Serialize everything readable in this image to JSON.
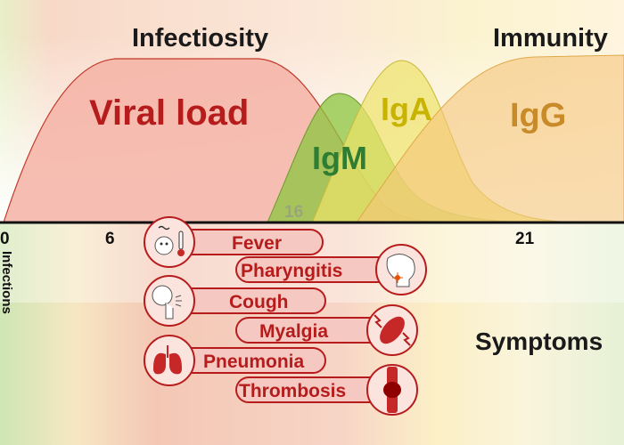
{
  "header": {
    "left_title": "Infectiosity",
    "right_title": "Immunity"
  },
  "curves": {
    "viral_load": "Viral load",
    "igm": "IgM",
    "iga": "IgA",
    "igg": "IgG"
  },
  "axis": {
    "ticks": [
      "0",
      "6",
      "16",
      "21"
    ],
    "vertical_label": "Infections"
  },
  "symptoms": {
    "title": "Symptoms",
    "items": [
      "Fever",
      "Pharyngitis",
      "Cough",
      "Myalgia",
      "Pneumonia",
      "Thrombosis"
    ]
  },
  "colors": {
    "viral_load": "#f4b3a6",
    "viral_load_line": "#c0392b",
    "igm": "#8cc63f",
    "iga": "#eee36a",
    "igg": "#f5c57a",
    "symptom_red": "#b71c1c",
    "symptom_fill": "#f6c8c2"
  }
}
